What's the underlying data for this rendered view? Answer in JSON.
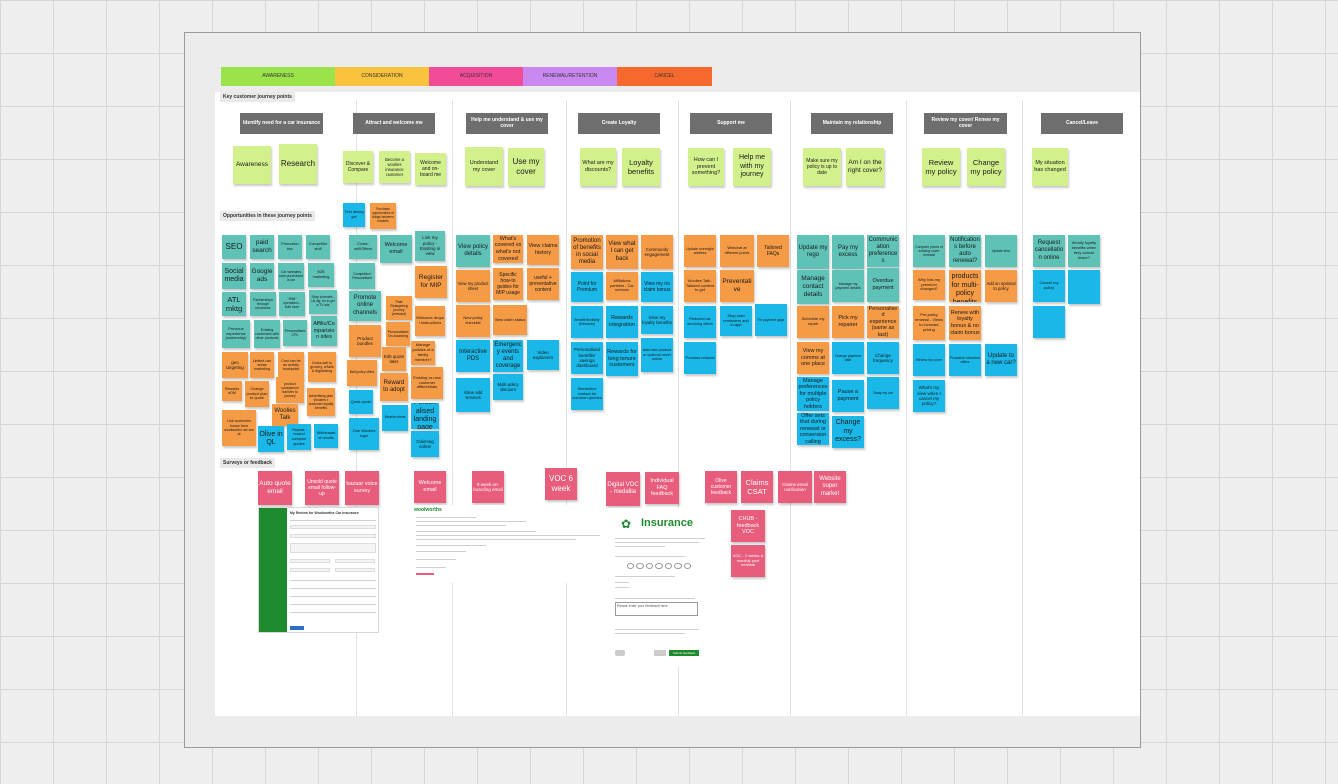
{
  "phases": [
    {
      "label": "AWARENESS",
      "color": "#9be34a"
    },
    {
      "label": "CONSIDERATION",
      "color": "#f9c33e"
    },
    {
      "label": "ACQUISITION",
      "color": "#f24b98"
    },
    {
      "label": "RENEWAL/RETENTION",
      "color": "#c989f0"
    },
    {
      "label": "CANCEL",
      "color": "#f5682e"
    }
  ],
  "sections": {
    "journey": "Key customer journey points",
    "opportunities": "Opportunities in these journey points",
    "surveys": "Surveys or feedback"
  },
  "stages": [
    "Identify need for a car insurance",
    "Attract and welcome me",
    "Help me understand & use my cover",
    "Create Loyalty",
    "Support me",
    "Maintain my relationship",
    "Review my cover/ Renew my cover",
    "Cancel/Leave"
  ],
  "journey_notes": [
    "Awareness",
    "Research",
    "Discover & Compare",
    "Become a woolies insurance customer",
    "Welcome and on-board me",
    "Understand my cover",
    "Use my cover",
    "What are my discounts?",
    "Loyalty benefits",
    "How can I prevent something?",
    "Help me with my journey",
    "Make sure my policy is up to date",
    "Am I on the right cover?",
    "Review my policy",
    "Change my policy",
    "My situation has changed"
  ],
  "opportunity_notes": [
    "SEO",
    "paid search",
    "Promotion bbc",
    "Competitor stuff",
    "Social media",
    "Google ads",
    "Car websites cars purchased a car",
    "B2B marketing",
    "ATL mktg",
    "Partnerships through insurance",
    "\"Wild\" operations - built more",
    "Shop channels - Uk dig, for to get a TV ads",
    "Previous experience (ownership)",
    "Existing customers with other products",
    "Personalised CPL",
    "Affilic/Co mparisio n sites",
    "geo targeting",
    "Limited-use areas marketing",
    "Cost can be an activity touchpoint",
    "Cross-sell to grocery, w'tails & digitalising",
    "Rewards eDM",
    "Change product plan to quote",
    "product comparison transfer to journey",
    "Advertising plan Woolies x customer loyalty benefits",
    "Woolies Talk",
    "Link customers house from woolworths we are at",
    "Olive in QL",
    "Repeat-rewind compare quotes",
    "Withdrawal of results",
    "Text dining yet",
    "Purchase opportunities of things between markets",
    "Cross-sell/Offers",
    "Welcome email",
    "Link my policy - Existing in view",
    "Competitor/ Personalised",
    "Register for MIP",
    "Promote online channels",
    "Paid Retargeting journey (relevant)",
    "Product bundles",
    "Personalised On-boarding",
    "Welcome drops / instructions",
    "Edit quote later",
    "Multi policy offers",
    "Reward to adopt",
    "Manage policies of a family member?",
    "Quick quote",
    "Existing vs new customer differentials",
    "Personalised landing page",
    "One Woolies login",
    "Weather alerts",
    "Claiming online",
    "View policy details",
    "What's covered vs what's not covered",
    "View claims history",
    "View my product sheet",
    "Specific how-to guides for MIP usage",
    "useful + preventative content",
    "New policy checklist",
    "View claim status",
    "Interactive PDS",
    "Emergency events and coverage",
    "Video explainers",
    "Value add services",
    "Multi-policy discount",
    "Promotion of benefits in social media",
    "View what I can get back",
    "Community engagement",
    "Point for Premium",
    "Affiliations partners - Car services",
    "View my no claim bonus",
    "Benefit flexibility (Rewards)",
    "Rewards integration",
    "View my loyalty benefits",
    "Personalised benefits/ savings dashboard",
    "Rewards for long tenure customers",
    "Add new product or optional cover online",
    "Streamline contact for common queries",
    "Update overnight address",
    "Webchat at different points",
    "Tailored FAQs",
    "Woolies Talk - Tailored content to get",
    "Preventative",
    "Reduced car servicing offers",
    "Stop-start reminders and in-app",
    "Process refunds",
    "Fix payment gaps",
    "Update my rego",
    "Pay my excess",
    "Communication preferences",
    "Manage contact details",
    "Manage my payment details",
    "Overdue payment",
    "Schedule my repair",
    "Pick my repairer",
    "Personalised experience (same as last)",
    "View my comms at one place",
    "Change payment date",
    "Change frequency",
    "Manage preferences for multiple policy holders",
    "Pause a payment",
    "Swap my car",
    "Offer sets that during renewal or conversion calling",
    "Change my excess?",
    "Compare prices of existing cover renewal",
    "Notifications before auto renewal?",
    "Update kms",
    "Why has my premium changed?",
    "Add products for multi-policy benefits",
    "Add an optional to policy",
    "Pre-policy renewal - Views to increase pricing",
    "Renew with loyalty bonus & no claim bonus",
    "Review my cover",
    "Proactive retention offers",
    "Update to a new car?",
    "What's my view when I cancel my policy?",
    "Request cancellation online",
    "Woolly loyalty benefits when they cancel leave?",
    "Cancel my policy"
  ],
  "feedback_notes": [
    "Auto quote email",
    "Unsold quote email follow-up",
    "bazaar voice survey",
    "Welcome email",
    "8 week on-boarding email",
    "VOC 6 week",
    "Digital VOC - medallia",
    "Individual FAQ feedback",
    "Olive customer feedback",
    "Claims CSAT",
    "Claims email notification",
    "Website super market",
    "CHUB - feedback VOC",
    "VOC - 2 weeks & monthly post renewal"
  ],
  "screenshots": {
    "review_form_title": "My Review for Woolworths Car Insurance",
    "email_logo": "woolworths",
    "survey_brand": "Insurance",
    "survey_placeholder": "Please enter your feedback here",
    "survey_submit": "Submit feedback"
  }
}
